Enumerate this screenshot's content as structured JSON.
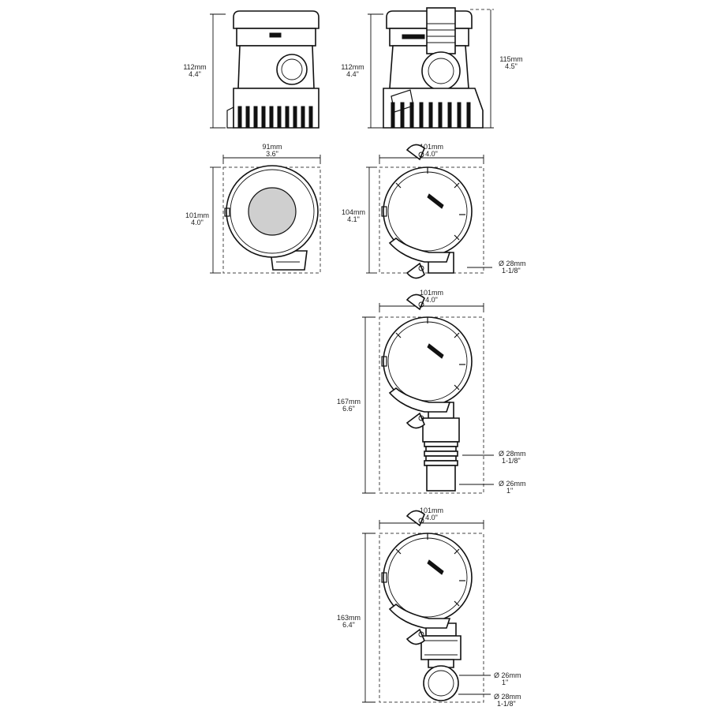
{
  "dimensions": {
    "front_height": {
      "mm": "112mm",
      "in": "4.4\""
    },
    "side_height_left": {
      "mm": "112mm",
      "in": "4.4\""
    },
    "side_height_right": {
      "mm": "115mm",
      "in": "4.5\""
    },
    "top1_width": {
      "mm": "91mm",
      "in": "3.6\""
    },
    "top1_height": {
      "mm": "101mm",
      "in": "4.0\""
    },
    "top2_width": {
      "mm": "101mm",
      "in": "4.0\""
    },
    "top2_height": {
      "mm": "104mm",
      "in": "4.1\""
    },
    "top2_outlet": {
      "mm": "Ø 28mm",
      "in": "1-1/8\""
    },
    "view3_width": {
      "mm": "101mm",
      "in": "4.0\""
    },
    "view3_height": {
      "mm": "167mm",
      "in": "6.6\""
    },
    "view3_outlet_a": {
      "mm": "Ø 28mm",
      "in": "1-1/8\""
    },
    "view3_outlet_b": {
      "mm": "Ø 26mm",
      "in": "1\""
    },
    "view4_width": {
      "mm": "101mm",
      "in": "4.0\""
    },
    "view4_height": {
      "mm": "163mm",
      "in": "6.4\""
    },
    "view4_outlet_a": {
      "mm": "Ø 26mm",
      "in": "1\""
    },
    "view4_outlet_b": {
      "mm": "Ø 28mm",
      "in": "1-1/8\""
    }
  }
}
